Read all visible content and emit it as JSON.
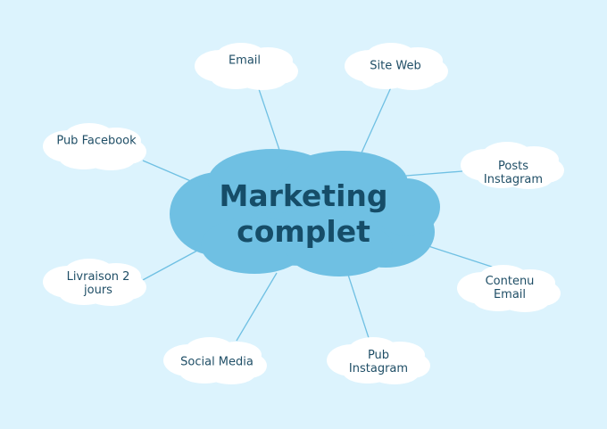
{
  "center": {
    "label": "Marketing\ncomplet"
  },
  "nodes": [
    {
      "id": "email",
      "label": "Email"
    },
    {
      "id": "site-web",
      "label": "Site Web"
    },
    {
      "id": "pub-facebook",
      "label": "Pub Facebook"
    },
    {
      "id": "posts-instagram",
      "label": "Posts\nInstagram"
    },
    {
      "id": "livraison",
      "label": "Livraison 2\njours"
    },
    {
      "id": "contenu-email",
      "label": "Contenu\nEmail"
    },
    {
      "id": "social-media",
      "label": "Social Media"
    },
    {
      "id": "pub-instagram",
      "label": "Pub\nInstagram"
    }
  ],
  "colors": {
    "background": "#dcf3fd",
    "center_cloud": "#6fc0e3",
    "node_cloud": "#ffffff",
    "connector": "#6fc0e3",
    "center_text": "#164d68",
    "node_text": "#1f4e66"
  }
}
